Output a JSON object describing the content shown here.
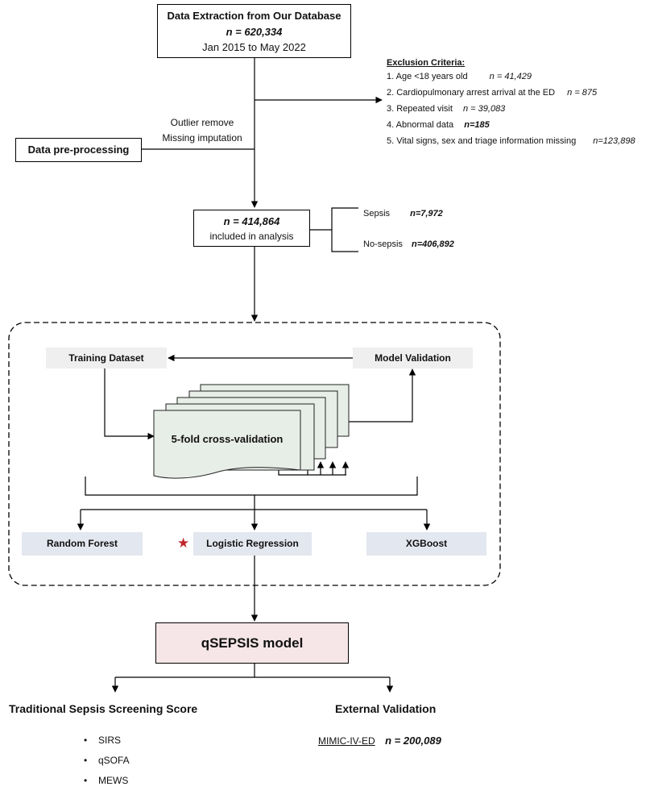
{
  "top_box": {
    "title": "Data Extraction from Our Database",
    "n": "n = 620,334",
    "period": "Jan 2015 to May 2022"
  },
  "exclusion": {
    "title": "Exclusion Criteria:",
    "items": [
      {
        "label": "1. Age <18 years old",
        "n": "n = 41,429"
      },
      {
        "label": "2. Cardiopulmonary arrest arrival at the ED",
        "n": "n = 875"
      },
      {
        "label": "3. Repeated visit",
        "n": "n = 39,083"
      },
      {
        "label": "4. Abnormal data",
        "n": "n=185"
      },
      {
        "label": "5. Vital signs, sex and triage information missing",
        "n": "n=123,898"
      }
    ]
  },
  "preprocessing": {
    "label": "Data pre-processing",
    "note1": "Outlier remove",
    "note2": "Missing imputation"
  },
  "analysis_box": {
    "n": "n = 414,864",
    "label": "included in analysis"
  },
  "split": {
    "sepsis_label": "Sepsis",
    "sepsis_n": "n=7,972",
    "nosepsis_label": "No-sepsis",
    "nosepsis_n": "n=406,892"
  },
  "cv_block": {
    "training": "Training Dataset",
    "validation": "Model Validation",
    "cv_label": "5-fold cross-validation"
  },
  "models": {
    "rf": "Random Forest",
    "lr": "Logistic Regression",
    "xgb": "XGBoost",
    "star_color": "#c0272d"
  },
  "qsepsis": {
    "label": "qSEPSIS model",
    "fill": "#f6e6e7"
  },
  "traditional": {
    "title": "Traditional Sepsis Screening Score",
    "items": [
      "SIRS",
      "qSOFA",
      "MEWS"
    ]
  },
  "external": {
    "title": "External Validation",
    "dataset": "MIMIC-IV-ED",
    "n": "n = 200,089"
  }
}
